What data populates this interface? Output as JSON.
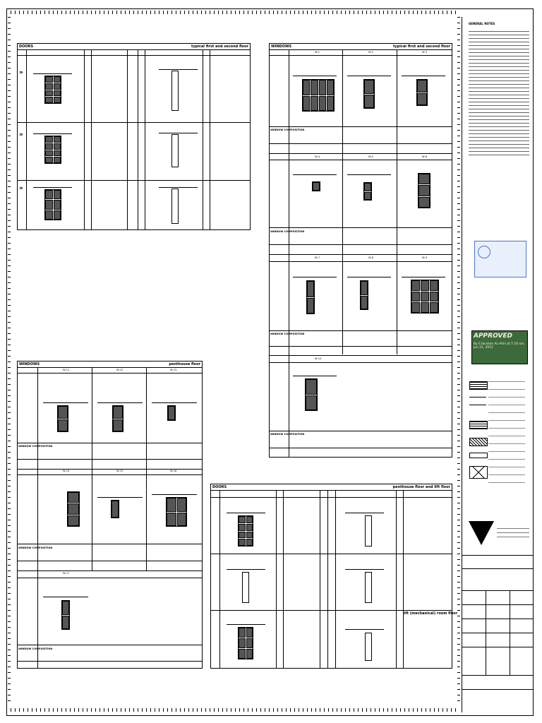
{
  "titleblock": {
    "notes_title": "GENERAL NOTES",
    "approved": "APPROVED",
    "approved_by": "By E.Ibrahim AL-Akhi  at 7:16 am, Jun 21, 2012"
  },
  "panels": {
    "doors_top": {
      "left": "DOORS",
      "right": "typical first and second floor"
    },
    "windows_top": {
      "left": "WINDOWS",
      "right": "typical first and second floor"
    },
    "windows_penthouse": {
      "left": "WINDOWS",
      "right": "penthouse floor"
    },
    "doors_penthouse": {
      "left": "DOORS",
      "right": "penthouse floor and lift floor"
    },
    "lift_room": {
      "label": "lift (mechanical) room floor"
    }
  },
  "window_codes": {
    "r1": [
      "W-1",
      "W-2",
      "W-3"
    ],
    "r2": [
      "W-4",
      "W-5",
      "W-6"
    ],
    "r3": [
      "W-7",
      "W-8",
      "W-9"
    ],
    "r4": [
      "W-10"
    ],
    "p1": [
      "W-11",
      "W-12",
      "W-13"
    ],
    "p2": [
      "W-14",
      "W-15",
      "W-16"
    ],
    "p3": [
      "W-17"
    ]
  },
  "row_labels": {
    "window_composition": "WINDOW COMPOSITION"
  }
}
